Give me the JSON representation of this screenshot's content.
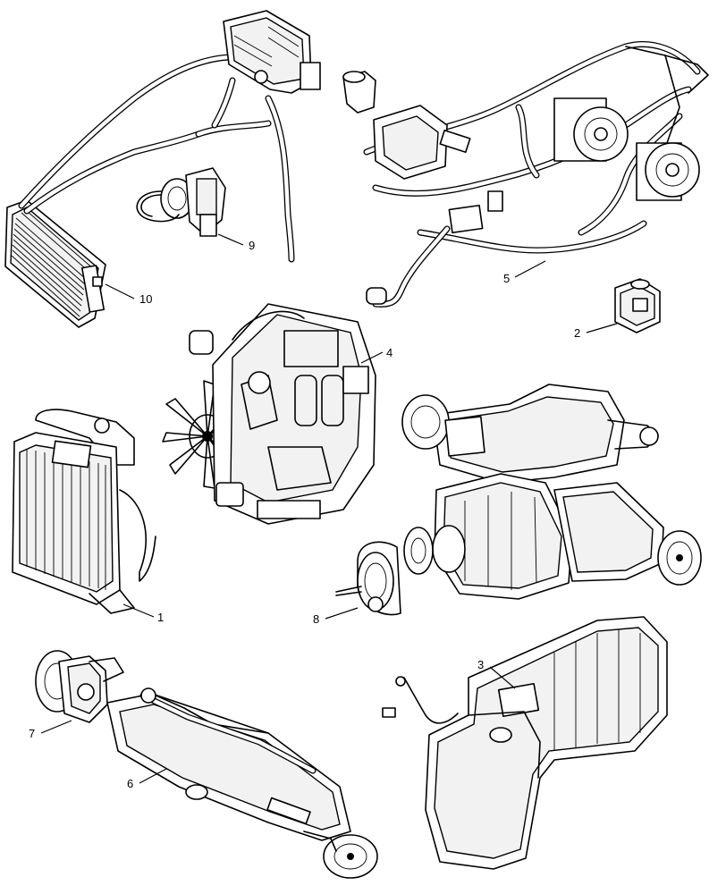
{
  "callouts": [
    {
      "id": 1,
      "text": "1"
    },
    {
      "id": 2,
      "text": "2"
    },
    {
      "id": 3,
      "text": "3"
    },
    {
      "id": 4,
      "text": "4"
    },
    {
      "id": 5,
      "text": "5"
    },
    {
      "id": 6,
      "text": "6"
    },
    {
      "id": 7,
      "text": "7"
    },
    {
      "id": 8,
      "text": "8"
    },
    {
      "id": 9,
      "text": "9"
    },
    {
      "id": 10,
      "text": "10"
    }
  ]
}
